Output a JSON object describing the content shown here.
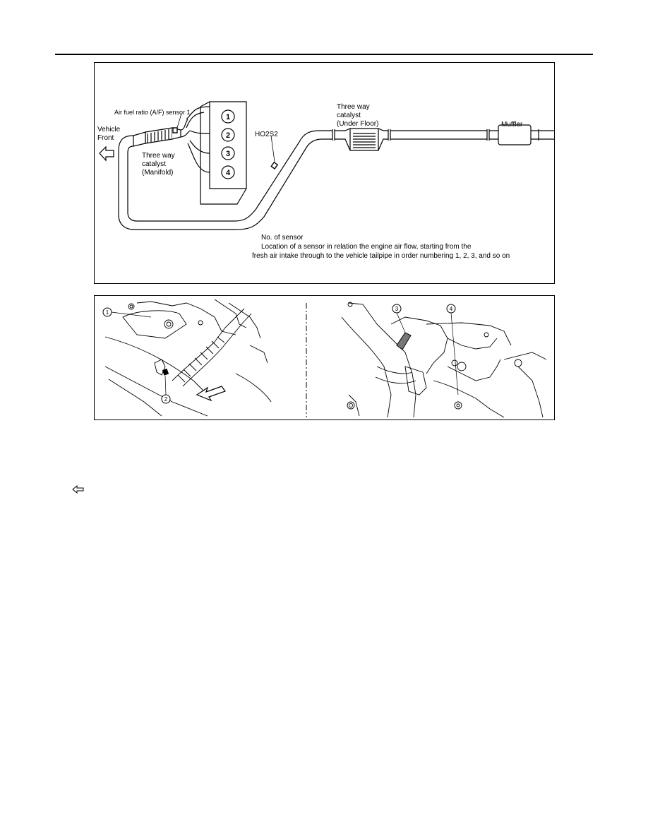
{
  "exhaust_diagram": {
    "af_sensor_label": "Air fuel ratio (A/F) sensor 1",
    "vehicle_front_label": "Vehicle\nFront",
    "manifold_catalyst_label": "Three way\ncatalyst\n(Manifold)",
    "ho2s2_label": "HO2S2",
    "underfloor_catalyst_label": "Three way\ncatalyst\n(Under Floor)",
    "muffler_label": "Muffler",
    "cylinders": [
      "1",
      "2",
      "3",
      "4"
    ],
    "note_title": "No. of sensor",
    "note_line1": "Location of a sensor in relation the engine air flow, starting from the",
    "note_line2": "fresh air intake through to the vehicle tailpipe in order numbering 1, 2, 3, and so on"
  },
  "photos": {
    "callouts": [
      "1",
      "2",
      "3",
      "4"
    ]
  }
}
